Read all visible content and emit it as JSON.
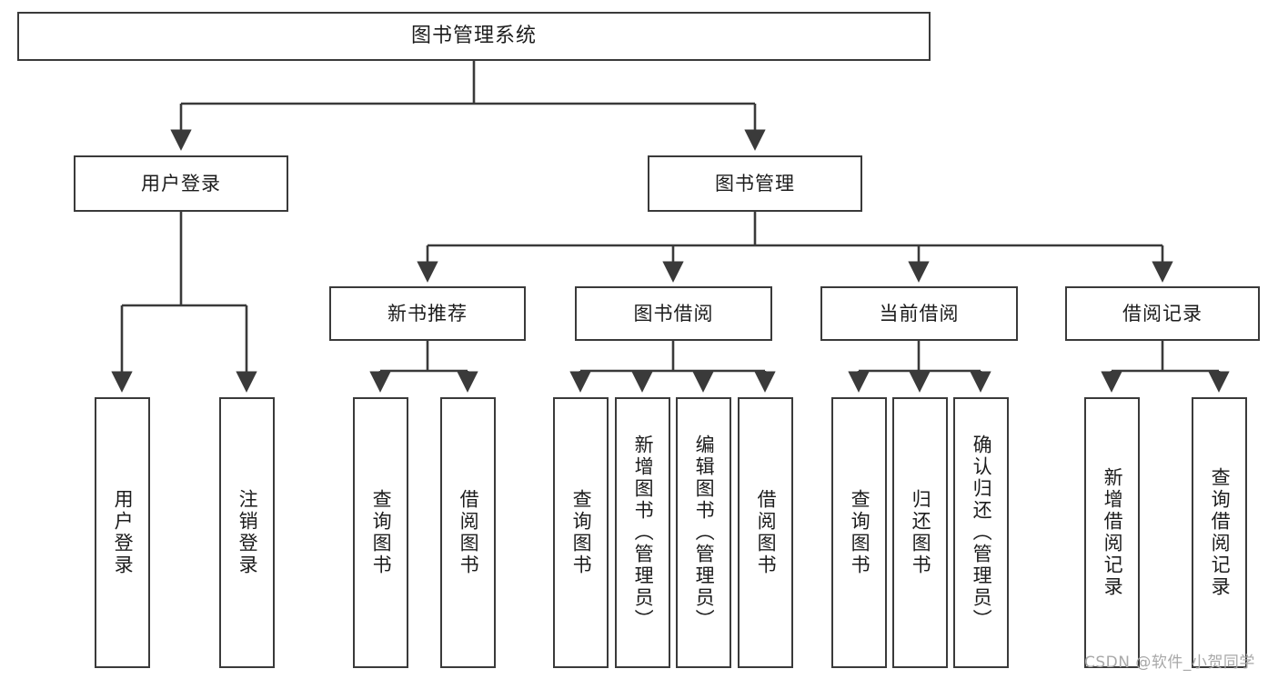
{
  "diagram": {
    "title": "图书管理系统",
    "type": "tree-hierarchy-chart",
    "root": {
      "id": "root",
      "label": "图书管理系统"
    },
    "level1": [
      {
        "id": "user-login",
        "label": "用户登录"
      },
      {
        "id": "book-manage",
        "label": "图书管理"
      }
    ],
    "level2": [
      {
        "id": "new-book-recommend",
        "label": "新书推荐",
        "parent": "book-manage"
      },
      {
        "id": "book-borrow",
        "label": "图书借阅",
        "parent": "book-manage"
      },
      {
        "id": "current-borrow",
        "label": "当前借阅",
        "parent": "book-manage"
      },
      {
        "id": "borrow-record",
        "label": "借阅记录",
        "parent": "book-manage"
      }
    ],
    "leaves": [
      {
        "id": "leaf-user-login",
        "label": "用户登录",
        "parent": "user-login"
      },
      {
        "id": "leaf-user-logout",
        "label": "注销登录",
        "parent": "user-login"
      },
      {
        "id": "leaf-query-book-1",
        "label": "查询图书",
        "parent": "new-book-recommend"
      },
      {
        "id": "leaf-borrow-book-1",
        "label": "借阅图书",
        "parent": "new-book-recommend"
      },
      {
        "id": "leaf-query-book-2",
        "label": "查询图书",
        "parent": "book-borrow"
      },
      {
        "id": "leaf-add-book",
        "label": "新增图书（管理员）",
        "parent": "book-borrow"
      },
      {
        "id": "leaf-edit-book",
        "label": "编辑图书（管理员）",
        "parent": "book-borrow"
      },
      {
        "id": "leaf-borrow-book-2",
        "label": "借阅图书",
        "parent": "book-borrow"
      },
      {
        "id": "leaf-query-book-3",
        "label": "查询图书",
        "parent": "current-borrow"
      },
      {
        "id": "leaf-return-book",
        "label": "归还图书",
        "parent": "current-borrow"
      },
      {
        "id": "leaf-confirm-return",
        "label": "确认归还（管理员）",
        "parent": "current-borrow"
      },
      {
        "id": "leaf-add-record",
        "label": "新增借阅记录",
        "parent": "borrow-record"
      },
      {
        "id": "leaf-query-record",
        "label": "查询借阅记录",
        "parent": "borrow-record"
      }
    ],
    "watermark": "CSDN @软件_小贺同学",
    "colors": {
      "stroke": "#3a3a3a",
      "fill": "#ffffff",
      "text": "#1c1c1c",
      "watermark": "#a8a8a8"
    }
  }
}
